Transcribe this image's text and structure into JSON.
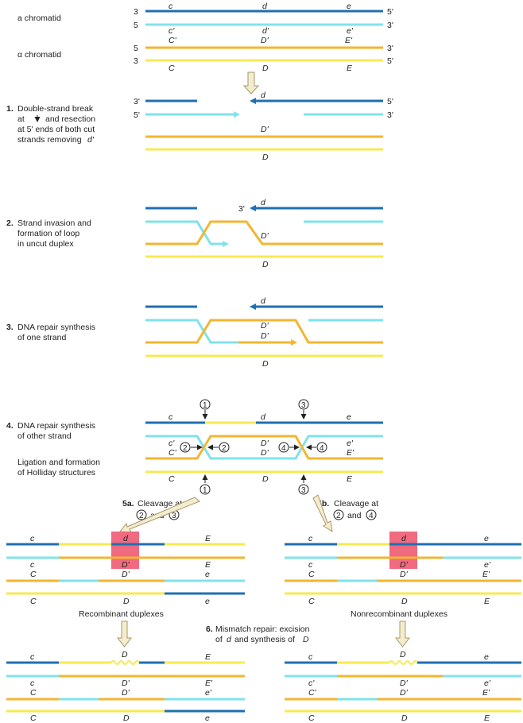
{
  "top": {
    "a_chromatid": "a chromatid",
    "alpha_chromatid": "α chromatid",
    "end3": "3",
    "end5": "5",
    "end3p": "3'",
    "end5p": "5'",
    "c": "c",
    "d": "d",
    "e": "e",
    "cp": "c'",
    "dp": "d'",
    "ep": "e'",
    "Cp": "C'",
    "Dp": "D'",
    "Ep": "E'",
    "C": "C",
    "D": "D",
    "E": "E"
  },
  "step1": {
    "num": "1.",
    "l1": "Double-strand break",
    "l2a": "at",
    "l2b": "and resection",
    "l3": "at 5' ends of both cut",
    "l4a": "strands removing",
    "l4b": "d'"
  },
  "step2": {
    "num": "2.",
    "l1": "Strand invasion and",
    "l2": "formation of loop",
    "l3": "in uncut duplex"
  },
  "step3": {
    "num": "3.",
    "l1": "DNA repair synthesis",
    "l2": "of one strand"
  },
  "step4": {
    "num": "4.",
    "l1": "DNA repair synthesis",
    "l2": "of other strand",
    "l3": "Ligation and formation",
    "l4": "of Holliday structures"
  },
  "circles": {
    "one": "1",
    "two": "2",
    "three": "3",
    "four": "4"
  },
  "step5a": {
    "num": "5a.",
    "l1": "Cleavage at",
    "and": "and"
  },
  "step5b": {
    "num": "5b.",
    "l1": "Cleavage at",
    "and": "and"
  },
  "recombinant": "Recombinant duplexes",
  "nonrecombinant": "Nonrecombinant duplexes",
  "step6": {
    "num": "6.",
    "l1": "Mismatch repair: excision",
    "l2a": "of",
    "l2b": "d",
    "l2c": "and synthesis of",
    "l2d": "D"
  },
  "colors": {
    "blue": "#1f6fb2",
    "cyan": "#7fe3ea",
    "orange": "#f2b632",
    "yellow": "#f6ea52",
    "highlight": "#f06a80"
  }
}
